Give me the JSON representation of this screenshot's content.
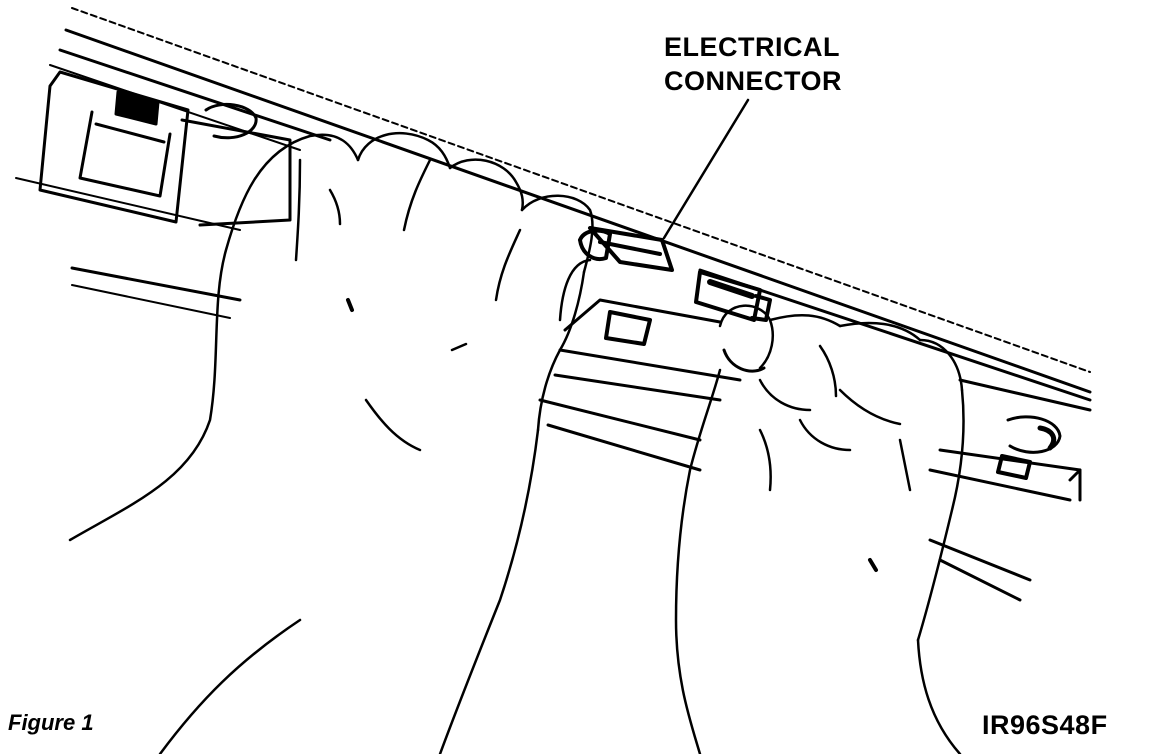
{
  "callout": {
    "line1": "ELECTRICAL",
    "line2": "CONNECTOR"
  },
  "caption": "Figure 1",
  "figure_code": "IR96S48F",
  "colors": {
    "ink": "#000000",
    "paper": "#ffffff"
  }
}
